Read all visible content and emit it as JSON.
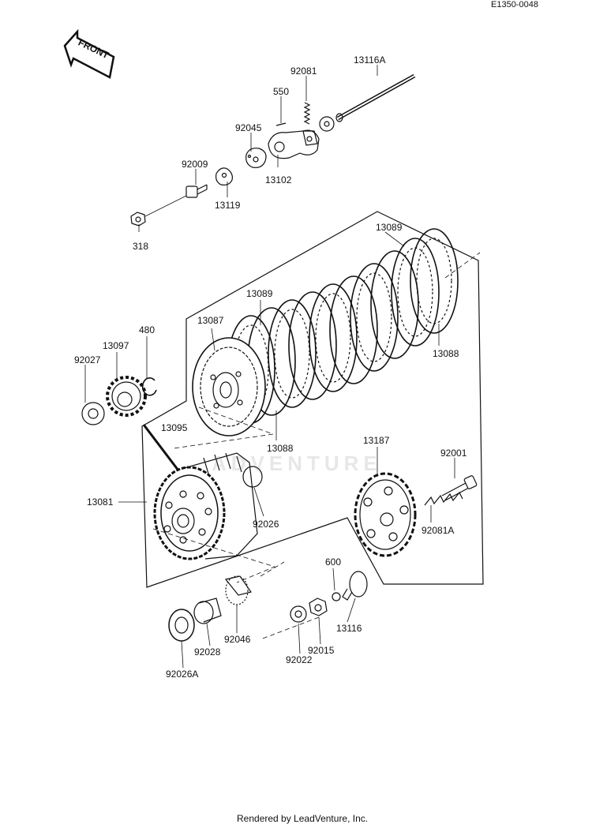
{
  "header": {
    "diagram_code": "E1350-0048"
  },
  "front_arrow": {
    "text": "FRONT"
  },
  "watermark": {
    "text": "ADVENTURE"
  },
  "footer": {
    "credit": "Rendered by LeadVenture, Inc."
  },
  "parts": {
    "p13116A": "13116A",
    "p92081": "92081",
    "p550": "550",
    "p92045": "92045",
    "p92009": "92009",
    "p13102": "13102",
    "p13119": "13119",
    "p318": "318",
    "p13089_top": "13089",
    "p13089_mid": "13089",
    "p13087": "13087",
    "p480": "480",
    "p13097": "13097",
    "p92027": "92027",
    "p13088_right": "13088",
    "p13088_bottom": "13088",
    "p13095": "13095",
    "p13187": "13187",
    "p92001": "92001",
    "p13081": "13081",
    "p92026": "92026",
    "p92081A": "92081A",
    "p600": "600",
    "p13116": "13116",
    "p92046": "92046",
    "p92015": "92015",
    "p92028": "92028",
    "p92022": "92022",
    "p92026A": "92026A"
  }
}
